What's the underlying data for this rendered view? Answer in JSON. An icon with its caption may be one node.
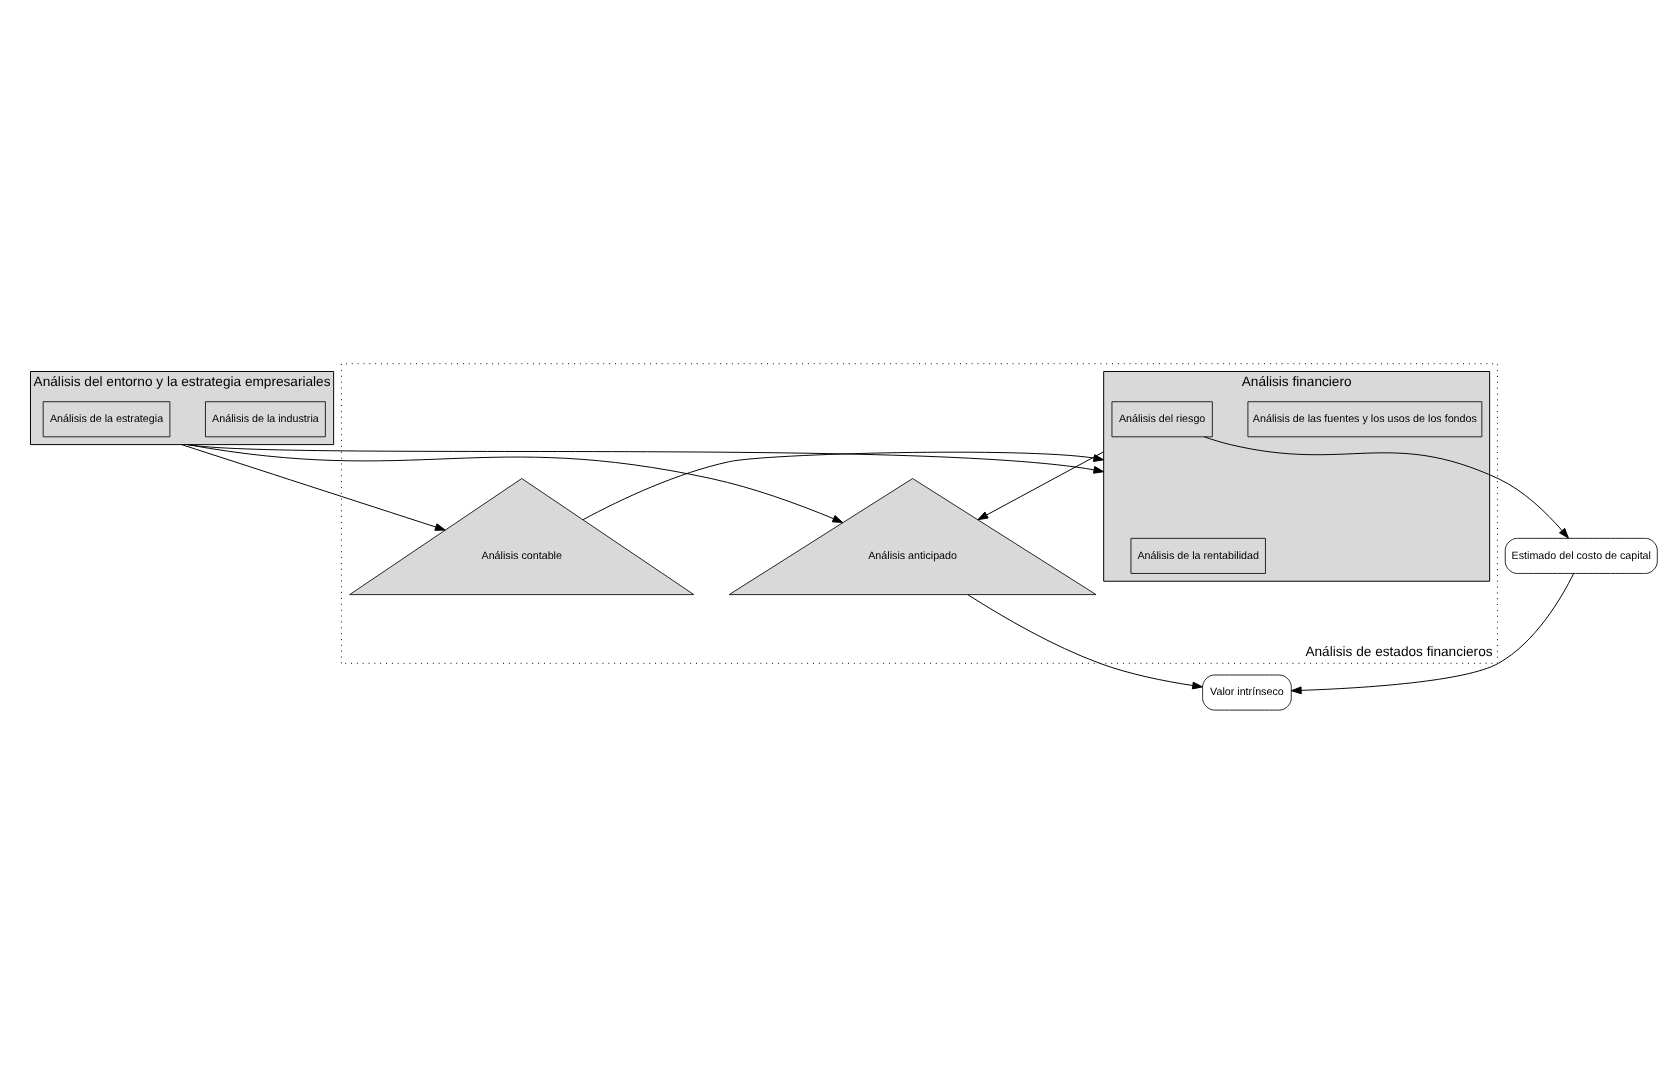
{
  "diagram": {
    "nodes": [
      {
        "text": [
          "Análisis del entorno y la estrategia empresariales"
        ]
      },
      {
        "text": [
          "Análisis de la industria"
        ],
        "in": 0
      },
      {
        "text": [
          "Análisis de la estrategia"
        ],
        "in": 0
      },
      {
        "text": [
          "Análisis de estados financieros"
        ]
      },
      {
        "text": [
          "Análisis contable"
        ],
        "in": 3
      },
      {
        "text": [
          "Análisis financiero"
        ],
        "in": 3
      },
      {
        "text": [
          "Análisis de la rentabilidad"
        ],
        "in": 5
      },
      {
        "text": [
          "Análisis de las fuentes y los usos de los fondos"
        ],
        "in": 5
      },
      {
        "text": [
          "Análisis del riesgo"
        ],
        "in": 5
      },
      {
        "text": [
          "Análisis anticipado"
        ],
        "in": 3
      },
      {
        "text": [
          "Estimado del costo de capital"
        ]
      },
      {
        "text": [
          "Valor intrínseco"
        ]
      }
    ],
    "edges": [
      {
        "from": 0,
        "to": 4,
        "arrow": "to"
      },
      {
        "from": 0,
        "to": 5,
        "arrow": "to"
      },
      {
        "from": 0,
        "to": 9,
        "arrow": "to"
      },
      {
        "from": 4,
        "to": 5,
        "arrow": "to"
      },
      {
        "from": 5,
        "to": 9,
        "arrow": "to"
      },
      {
        "from": 8,
        "to": 10,
        "arrow": "to"
      },
      {
        "from": 9,
        "to": 11,
        "arrow": "to"
      },
      {
        "from": 10,
        "to": 11,
        "arrow": "to"
      }
    ]
  }
}
